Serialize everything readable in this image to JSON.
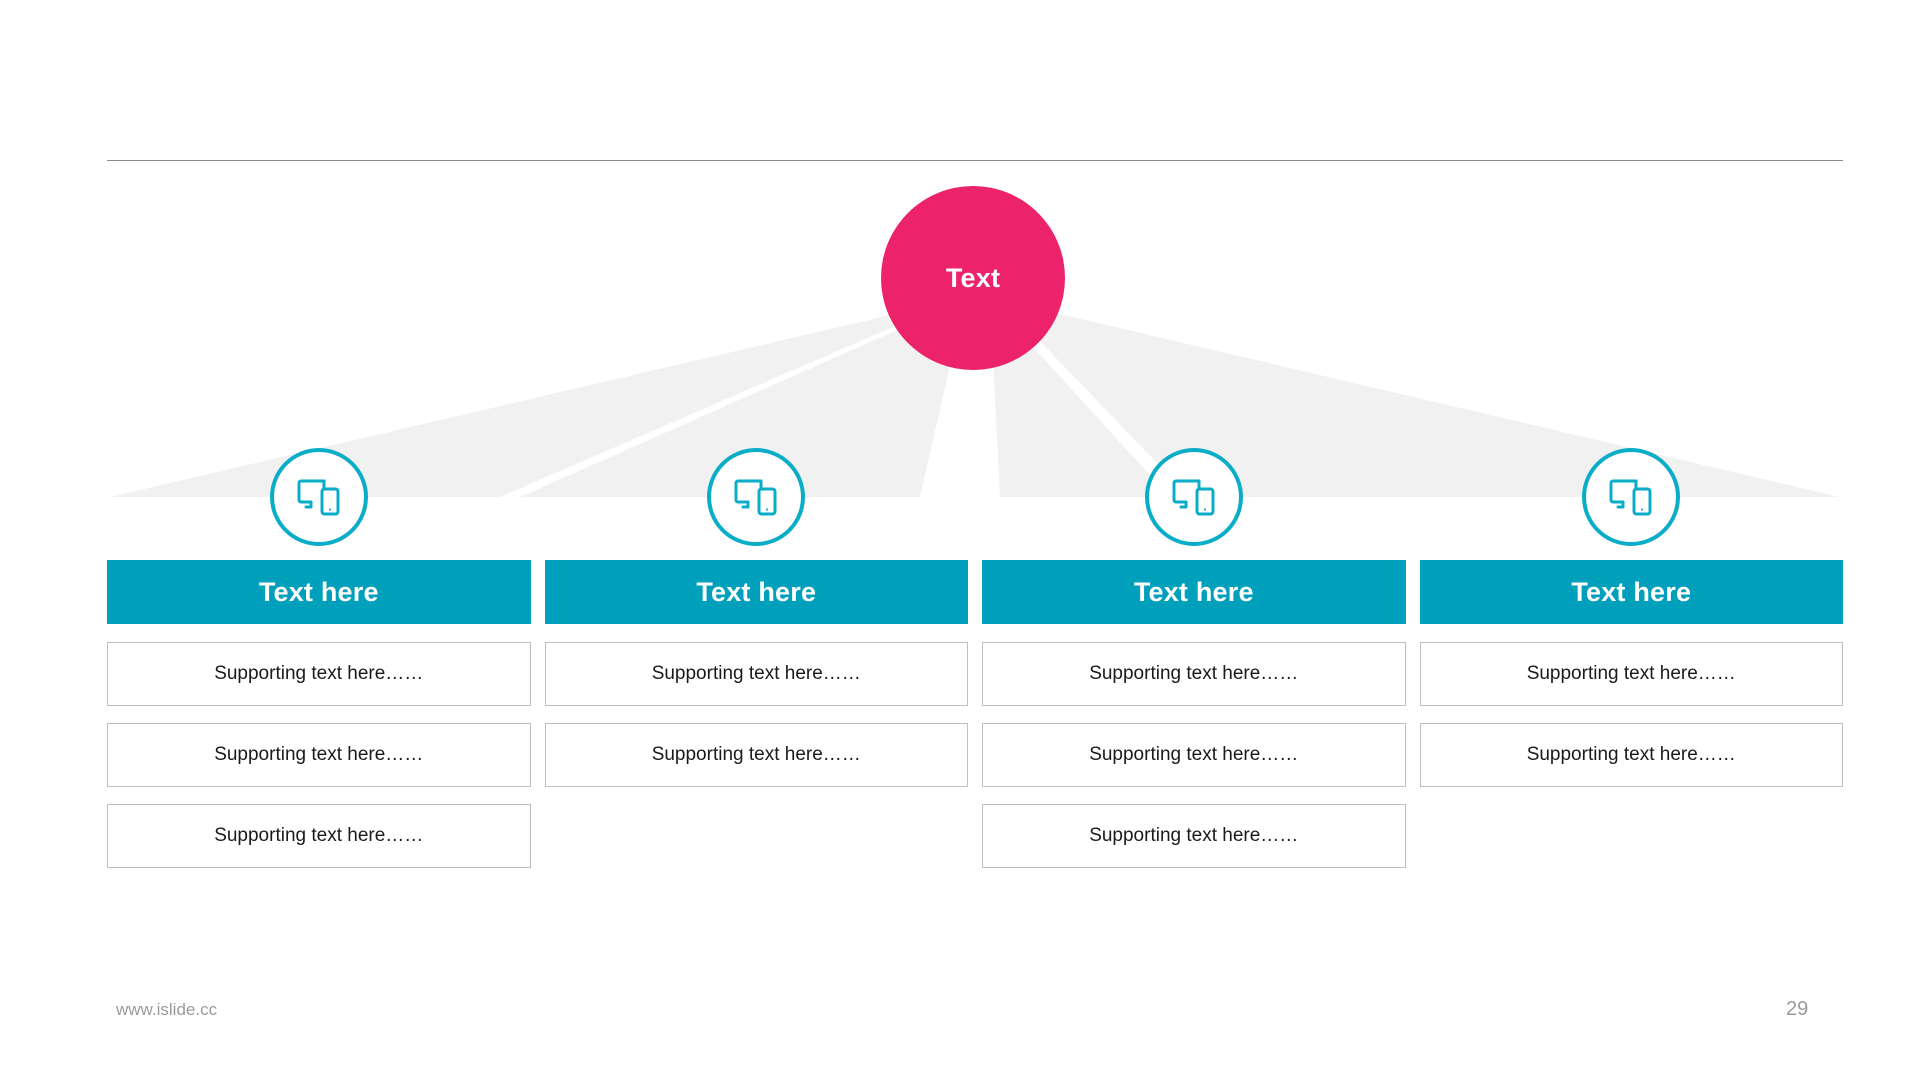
{
  "slide": {
    "background_color": "#ffffff",
    "divider_color": "#8a8a8a"
  },
  "hub": {
    "label": "Text",
    "color": "#ec226a",
    "text_color": "#ffffff"
  },
  "theme": {
    "accent_teal": "#00a0bd",
    "icon_ring": "#0aadc8",
    "fan_gray": "#f1f1f1",
    "cell_border": "#bfbfbf"
  },
  "columns": [
    {
      "icon": "devices-icon",
      "header": "Text here",
      "cells": [
        "Supporting text here……",
        "Supporting text here……",
        "Supporting text here……"
      ]
    },
    {
      "icon": "devices-icon",
      "header": "Text here",
      "cells": [
        "Supporting text here……",
        "Supporting text here……"
      ]
    },
    {
      "icon": "devices-icon",
      "header": "Text here",
      "cells": [
        "Supporting text here……",
        "Supporting text here……",
        "Supporting text here……"
      ]
    },
    {
      "icon": "devices-icon",
      "header": "Text here",
      "cells": [
        "Supporting text here……",
        "Supporting text here……"
      ]
    }
  ],
  "footer": {
    "url": "www.islide.cc",
    "page_number": "29"
  }
}
